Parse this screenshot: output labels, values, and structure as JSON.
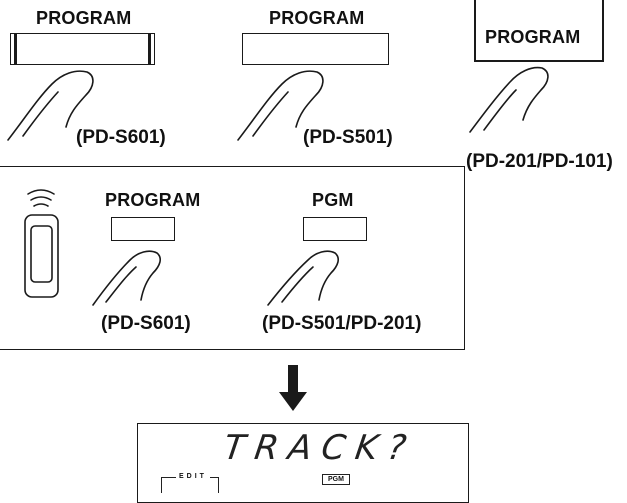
{
  "top_row": {
    "pd_s601": {
      "button_label": "PROGRAM",
      "caption": "(PD-S601)"
    },
    "pd_s501": {
      "button_label": "PROGRAM",
      "caption": "(PD-S501)"
    },
    "pd_201": {
      "button_label": "PROGRAM",
      "caption": "(PD-201/PD-101)"
    }
  },
  "remote_panel": {
    "left": {
      "button_label": "PROGRAM",
      "caption": "(PD-S601)"
    },
    "right": {
      "button_label": "PGM",
      "caption": "(PD-S501/PD-201)"
    }
  },
  "display": {
    "text": "TRACK?",
    "edit_indicator": "EDIT",
    "pgm_indicator": "PGM"
  }
}
